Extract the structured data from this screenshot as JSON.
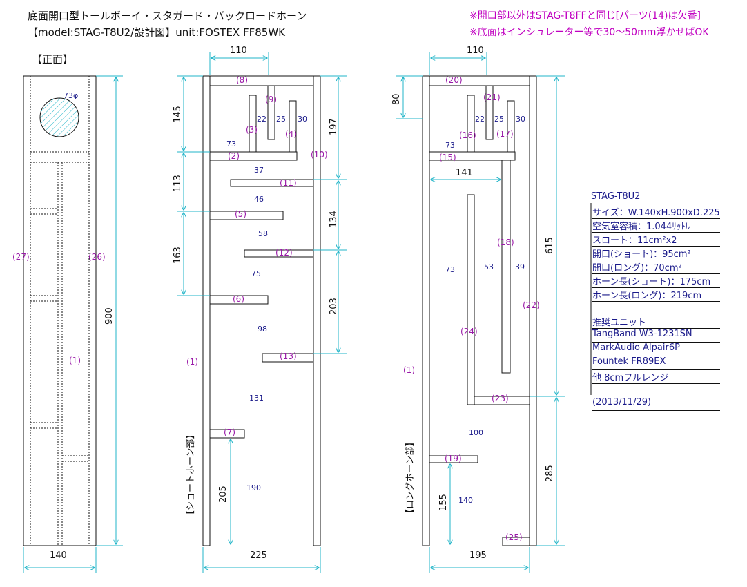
{
  "header": {
    "title_line1": "底面開口型トールボーイ・スタガード・バックロードホーン",
    "title_line2": "【model:STAG-T8U2/設計図】unit:FOSTEX FF85WK",
    "note1": "※開口部以外はSTAG-T8FFと同じ[パーツ(14)は欠番]",
    "note2": "※底面はインシュレーター等で30～50mm浮かせばOK"
  },
  "front_view": {
    "title": "【正面】",
    "diameter": "73φ",
    "width": "140",
    "height": "900",
    "part_left": "(27)",
    "part_right": "(26)",
    "part_center": "(1)"
  },
  "short_view": {
    "title": "【ショートホーン部】",
    "width_top": "110",
    "width_bottom": "225",
    "left_dims": [
      "145",
      "113",
      "163",
      "205"
    ],
    "right_dims": [
      "197",
      "134",
      "203"
    ],
    "parts": [
      "(8)",
      "(9)",
      "(3)",
      "(4)",
      "(2)",
      "(10)",
      "(11)",
      "(5)",
      "(12)",
      "(6)",
      "(13)",
      "(7)",
      "(1)"
    ],
    "inner_values": [
      "22",
      "25",
      "30",
      "73",
      "37",
      "46",
      "58",
      "75",
      "98",
      "131",
      "190"
    ]
  },
  "long_view": {
    "title": "【ロングホーン部】",
    "width_top": "110",
    "width_bottom": "195",
    "left_dims": [
      "80",
      "141",
      "155"
    ],
    "right_dims": [
      "615",
      "285"
    ],
    "parts": [
      "(20)",
      "(21)",
      "(16)",
      "(17)",
      "(15)",
      "(18)",
      "(22)",
      "(24)",
      "(23)",
      "(19)",
      "(25)",
      "(1)"
    ],
    "inner_values": [
      "22",
      "25",
      "30",
      "73",
      "73",
      "53",
      "39",
      "100",
      "140"
    ]
  },
  "specs": {
    "model": "STAG-T8U2",
    "lines": [
      "サイズ：W.140xH.900xD.225",
      "空気室容積：1.044ﾘｯﾄﾙ",
      "スロート：11cm²x2",
      "開口(ショート)：95cm²",
      "開口(ロング)：70cm²",
      "ホーン長(ショート)：175cm",
      "ホーン長(ロング)：219cm",
      "",
      "推奨ユニット",
      "TangBand W3-1231SN",
      "MarkAudio Alpair6P",
      "Fountek FR89EX",
      "他 8cmフルレンジ",
      "",
      "(2013/11/29)"
    ]
  },
  "colors": {
    "dimension": "#22b5c8",
    "part_label": "#9a1aa8",
    "inner_value": "#1a1a8a",
    "note": "#c000c0"
  }
}
